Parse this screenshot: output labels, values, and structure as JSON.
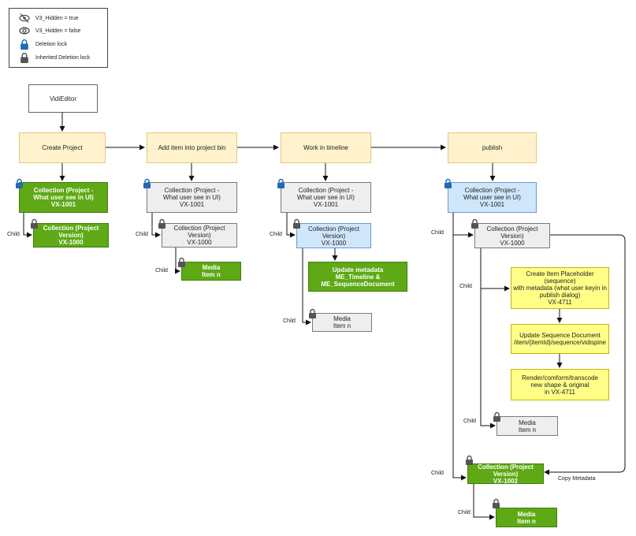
{
  "colors": {
    "step_fill": "#fff2cc",
    "green_fill": "#5ea915",
    "grey_fill": "#eeeeee",
    "blue_fill": "#cfe6fb",
    "yellow_fill": "#ffff88",
    "lock_blue": "#1f6bb5",
    "lock_grey": "#555555"
  },
  "legend": {
    "hidden_true": "V3_Hidden = true",
    "hidden_false": "V3_Hidden = false",
    "deletion_lock": "Deletion lock",
    "inherited_lock": "Inherited Deletion lock"
  },
  "nodes": {
    "vidieditor": {
      "lines": [
        "VidiEditor"
      ]
    },
    "create_project": {
      "lines": [
        "Create Project"
      ]
    },
    "add_item": {
      "lines": [
        "Add item into project bin"
      ]
    },
    "work_timeline": {
      "lines": [
        "Work in timeline"
      ]
    },
    "publish": {
      "lines": [
        "publish"
      ]
    },
    "c1_collection": {
      "lines": [
        "Collection (Project -",
        "What user see in UI)",
        "VX-1001"
      ]
    },
    "c1_version": {
      "lines": [
        "Collection (Project Version)",
        "VX-1000"
      ]
    },
    "c2_collection": {
      "lines": [
        "Collection (Project -",
        "What user see in UI)",
        "VX-1001"
      ]
    },
    "c2_version": {
      "lines": [
        "Collection (Project Version)",
        "VX-1000"
      ]
    },
    "c2_media": {
      "lines": [
        "Media",
        "Item n"
      ]
    },
    "c3_collection": {
      "lines": [
        "Collection (Project -",
        "What user see in UI)",
        "VX-1001"
      ]
    },
    "c3_version": {
      "lines": [
        "Collection (Project Version)",
        "VX-1000"
      ]
    },
    "c3_update": {
      "lines": [
        "Update metadata",
        "ME_Timeline &",
        "ME_SequenceDocument"
      ]
    },
    "c3_media": {
      "lines": [
        "Media",
        "Item n"
      ]
    },
    "c4_collection": {
      "lines": [
        "Collection (Project -",
        "What user see in UI)",
        "VX-1001"
      ]
    },
    "c4_version": {
      "lines": [
        "Collection (Project Version)",
        "VX-1000"
      ]
    },
    "c4_placeholder": {
      "lines": [
        "Create Item Placeholder",
        "(sequence)",
        "with metadata (what user keyin in",
        "publish dialog)",
        "VX-4711"
      ]
    },
    "c4_update_seq": {
      "lines": [
        "Update Sequence Document",
        "/item/{itemId}/sequence/vidispine"
      ]
    },
    "c4_render": {
      "lines": [
        "Render/comform/transcode",
        "new shape & original",
        "in VX-4711"
      ]
    },
    "c4_media1": {
      "lines": [
        "Media",
        "Item n"
      ]
    },
    "c4_version2": {
      "lines": [
        "Collection (Project Version)",
        "VX-1002"
      ]
    },
    "c4_media2": {
      "lines": [
        "Media",
        "Item n"
      ]
    }
  },
  "labels": {
    "child": "Child",
    "copy_metadata": "Copy Metadata"
  }
}
